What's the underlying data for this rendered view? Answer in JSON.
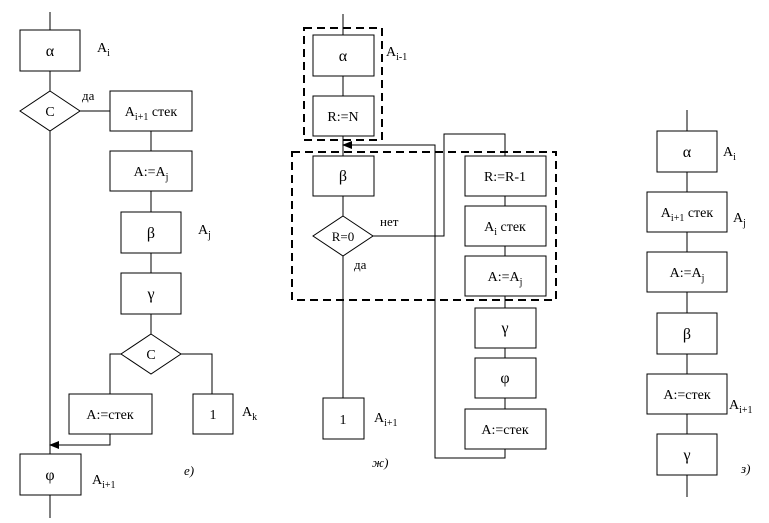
{
  "left": {
    "alpha": "α",
    "cond": "C",
    "push": "A",
    "push_sub": "i+1",
    "push_tail": " стек",
    "assign": "A:=A",
    "assign_sub": "j",
    "beta": "β",
    "gamma": "γ",
    "cond2": "C",
    "pop": "A:=стек",
    "one": "1",
    "phi": "φ",
    "yes": "да",
    "lbl_ai": "A",
    "lbl_ai_sub": "i",
    "lbl_aj": "A",
    "lbl_aj_sub": "j",
    "lbl_ak": "A",
    "lbl_ak_sub": "k",
    "lbl_ai1": "A",
    "lbl_ai1_sub": "i+1",
    "caption": "е)"
  },
  "middle": {
    "alpha": "α",
    "rn": "R:=N",
    "beta": "β",
    "cond": "R=0",
    "no": "нет",
    "yes": "да",
    "one": "1",
    "dec": "R:=R-1",
    "push": "A",
    "push_sub": "i",
    "push_tail": " стек",
    "assign": "A:=A",
    "assign_sub": "j",
    "gamma": "γ",
    "phi": "φ",
    "pop": "A:=стек",
    "lbl_ai_1": "A",
    "lbl_ai_1_sub": "i-1",
    "lbl_ai1": "A",
    "lbl_ai1_sub": "i+1",
    "caption": "ж)"
  },
  "right": {
    "alpha": "α",
    "push": "A",
    "push_sub": "i+1",
    "push_tail": " стек",
    "assign": "A:=A",
    "assign_sub": "j",
    "beta": "β",
    "pop": "A:=стек",
    "gamma": "γ",
    "lbl_ai": "A",
    "lbl_ai_sub": "i",
    "lbl_aj": "A",
    "lbl_aj_sub": "j",
    "lbl_ai1": "A",
    "lbl_ai1_sub": "i+1",
    "caption": "з)"
  }
}
